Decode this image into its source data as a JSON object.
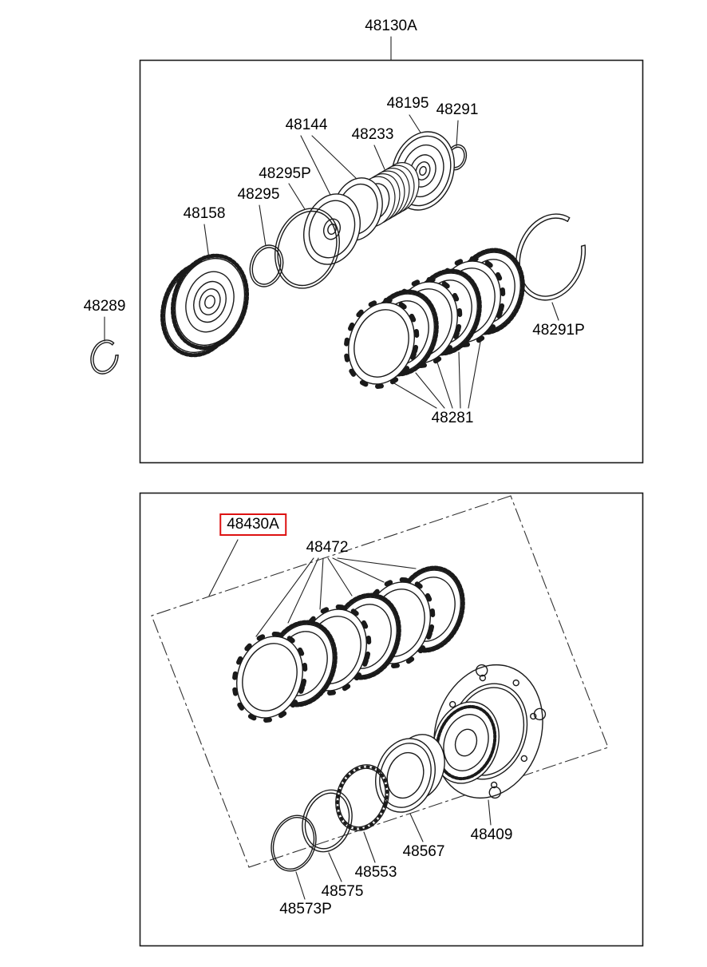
{
  "diagram_type": "exploded-parts-diagram",
  "colors": {
    "line": "#1a1a1a",
    "highlight_box": "#dd1111",
    "background": "#ffffff"
  },
  "highlighted_part": "48430A",
  "labels": {
    "p48130A": "48130A",
    "p48195": "48195",
    "p48291": "48291",
    "p48144": "48144",
    "p48233": "48233",
    "p48295P": "48295P",
    "p48295": "48295",
    "p48158": "48158",
    "p48289": "48289",
    "p48291P": "48291P",
    "p48281": "48281",
    "p48430A": "48430A",
    "p48472": "48472",
    "p48409": "48409",
    "p48567": "48567",
    "p48553": "48553",
    "p48575": "48575",
    "p48573P": "48573P"
  }
}
